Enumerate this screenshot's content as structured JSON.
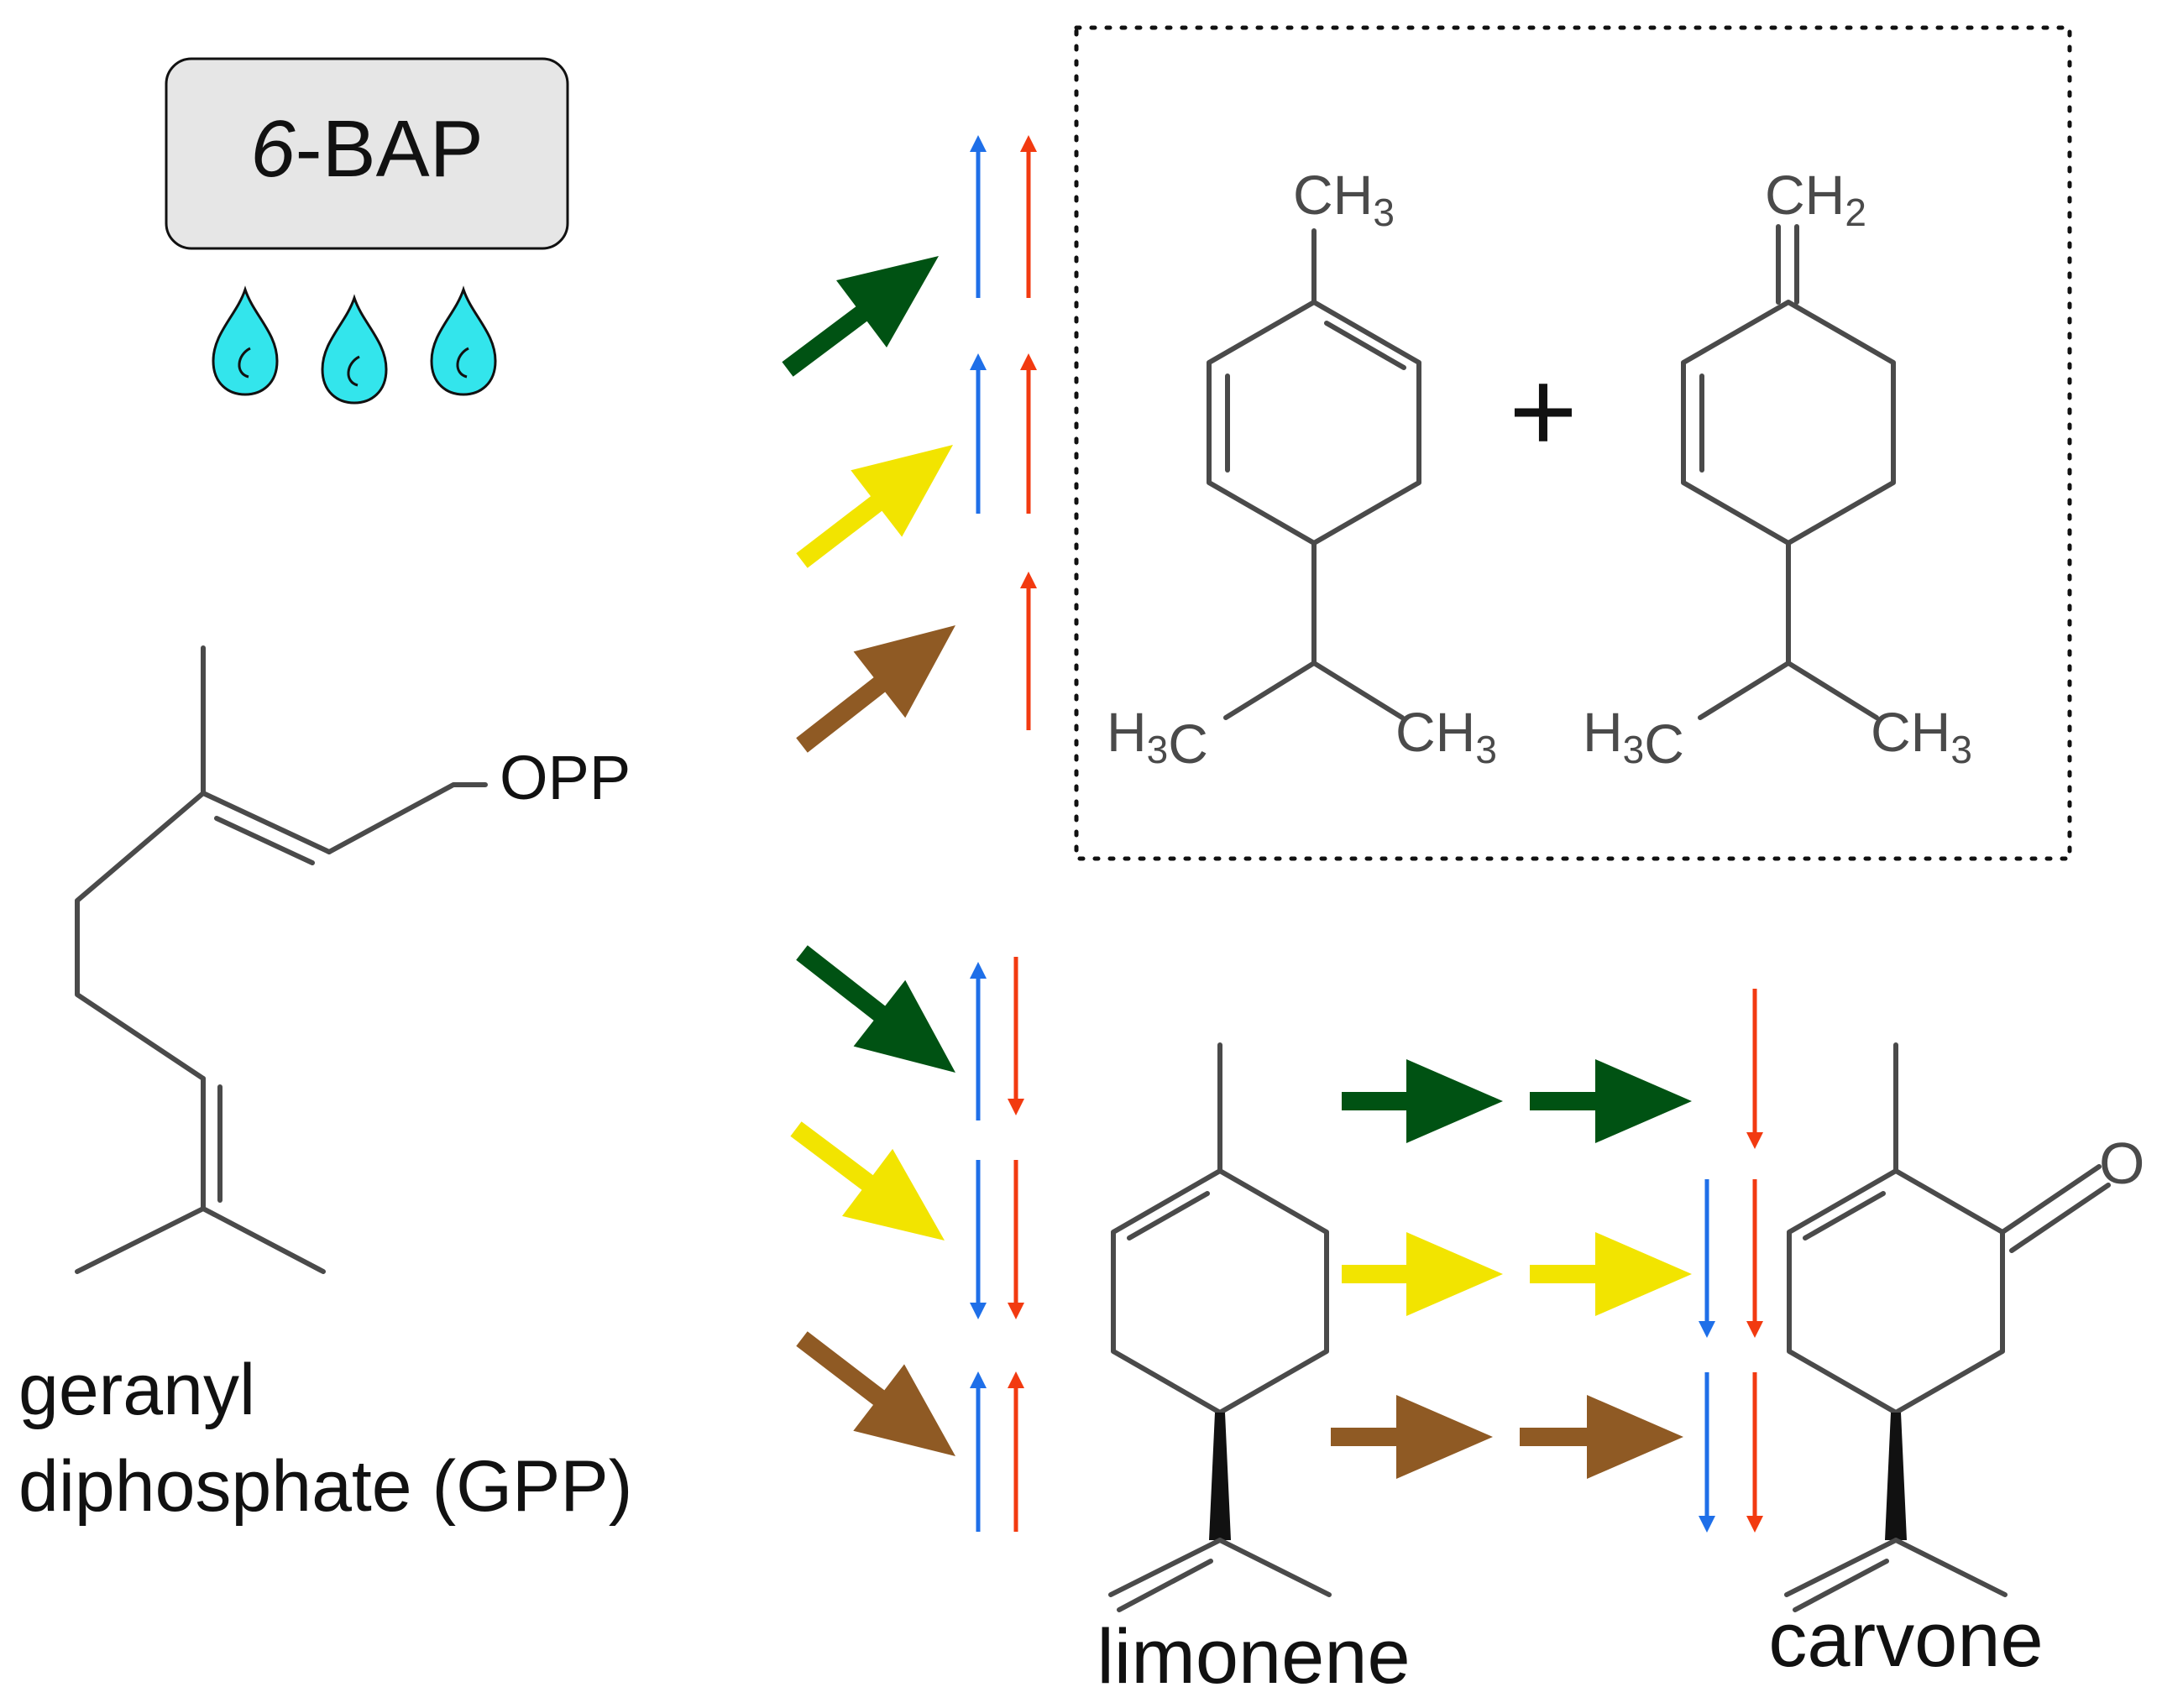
{
  "treatment": {
    "label_italic": "6",
    "label_rest": "-BAP"
  },
  "colors": {
    "dark_green": "#005213",
    "yellow": "#f2e400",
    "brown": "#8f5a24",
    "blue": "#1f6fe8",
    "red": "#f23a10",
    "drop": "#33e5ec",
    "box_fill": "#e6e6e6"
  },
  "gpp": {
    "group": "OPP",
    "name_line1": "geranyl",
    "name_line2": "diphosphate (GPP)"
  },
  "box": {
    "plus": "+"
  },
  "mol1": {
    "top": "CH3",
    "left": "H3C",
    "right": "CH3"
  },
  "mol2": {
    "top": "CH2",
    "left": "H3C",
    "right": "CH3"
  },
  "limonene": {
    "name": "limonene"
  },
  "carvone": {
    "name": "carvone",
    "oxygen": "O"
  },
  "legend_icons": [
    "drop-icon",
    "arrow-up-icon",
    "arrow-down-icon"
  ]
}
